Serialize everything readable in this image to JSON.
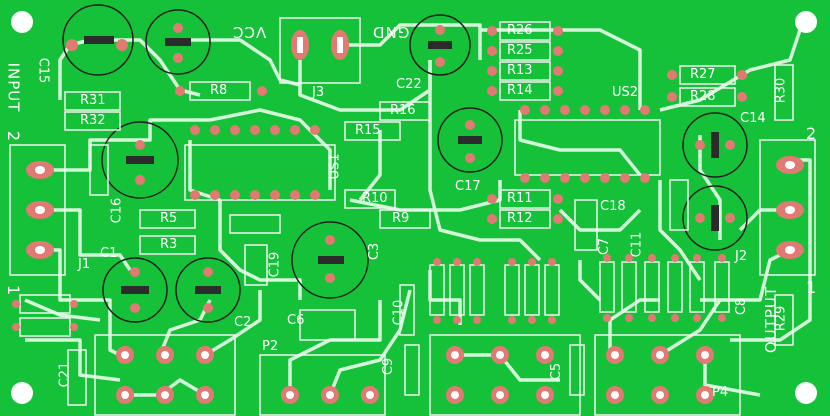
{
  "colors": {
    "board": "#16c13a",
    "trace": "#d4f7d9",
    "silk": "#f2f2f2",
    "pad": "#e07a72",
    "body": "#2b2b2b"
  },
  "board_labels": {
    "vcc": "VCC",
    "gnd": "GND",
    "input": "INPUT",
    "output": "OUTPUT",
    "in_pin1": "2",
    "in_pin2": "1",
    "out_pin1": "2",
    "out_pin2": "1",
    "us2": "US2",
    "us1": "US1"
  },
  "components": {
    "r26": "R26",
    "r25": "R25",
    "r13": "R13",
    "r14": "R14",
    "r16": "R16",
    "r15": "R15",
    "r10": "R10",
    "r9": "R9",
    "r11": "R11",
    "r12": "R12",
    "r8": "R8",
    "r31": "R31",
    "r32": "R32",
    "r5": "R5",
    "r3": "R3",
    "r27": "R27",
    "r28": "R28",
    "r30": "R30",
    "r29": "R29",
    "c15": "C15",
    "c22": "C22",
    "c17": "C17",
    "c18": "C18",
    "c16": "C16",
    "c19": "C19",
    "c3": "C3",
    "c1": "C1",
    "c2": "C2",
    "c21": "C21",
    "c10": "C10",
    "c9": "C9",
    "c8": "C8",
    "c11": "C11",
    "c14": "C14",
    "c7": "C7",
    "c6": "C6",
    "c5": "C5",
    "j1": "J1",
    "j2": "J2",
    "j3": "J3",
    "p2": "P2",
    "p4": "P4"
  }
}
